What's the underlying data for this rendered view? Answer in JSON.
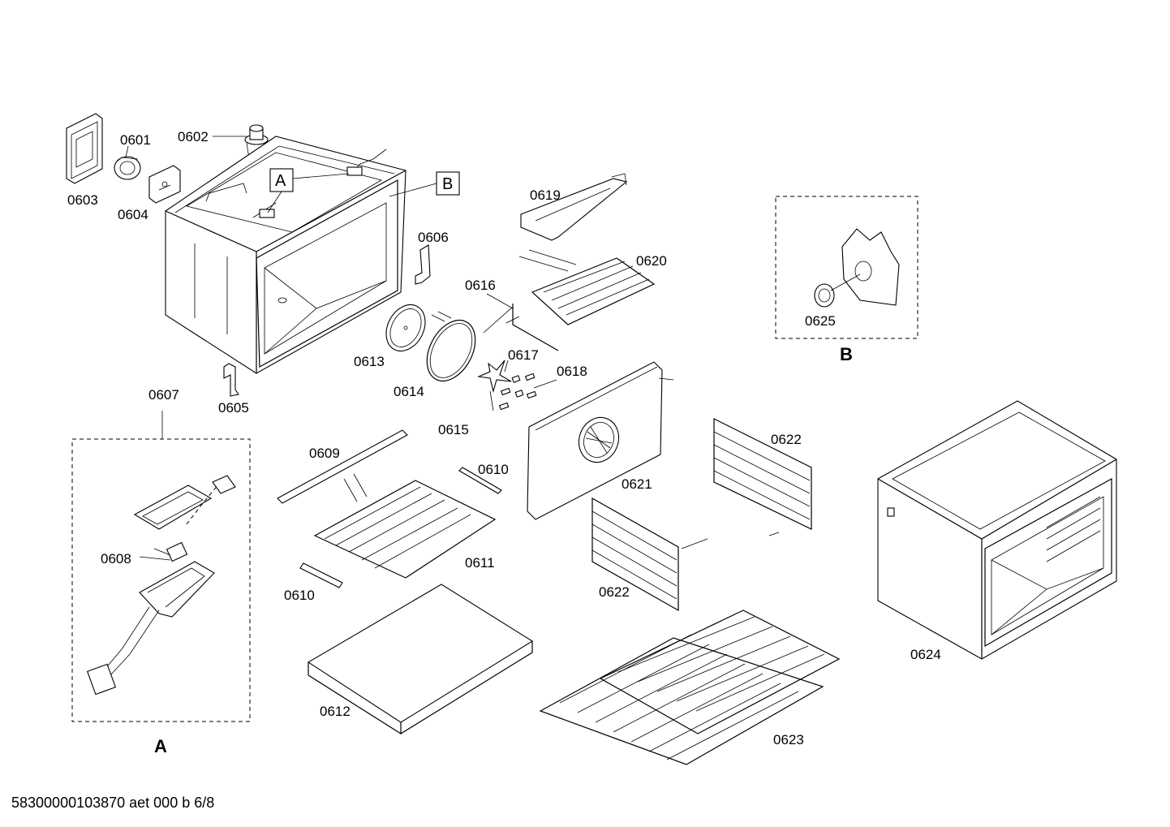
{
  "labels": {
    "p0601": "0601",
    "p0602": "0602",
    "p0603": "0603",
    "p0604": "0604",
    "p0605": "0605",
    "p0606": "0606",
    "p0607": "0607",
    "p0608": "0608",
    "p0609": "0609",
    "p0610a": "0610",
    "p0610b": "0610",
    "p0611": "0611",
    "p0612": "0612",
    "p0613": "0613",
    "p0614": "0614",
    "p0615": "0615",
    "p0616": "0616",
    "p0617": "0617",
    "p0618": "0618",
    "p0619": "0619",
    "p0620": "0620",
    "p0621": "0621",
    "p0622a": "0622",
    "p0622b": "0622",
    "p0623": "0623",
    "p0624": "0624",
    "p0625": "0625"
  },
  "callouts": {
    "a": "A",
    "b": "B"
  },
  "detail_titles": {
    "a": "A",
    "b": "B"
  },
  "footer": "58300000103870 aet 000 b 6/8"
}
